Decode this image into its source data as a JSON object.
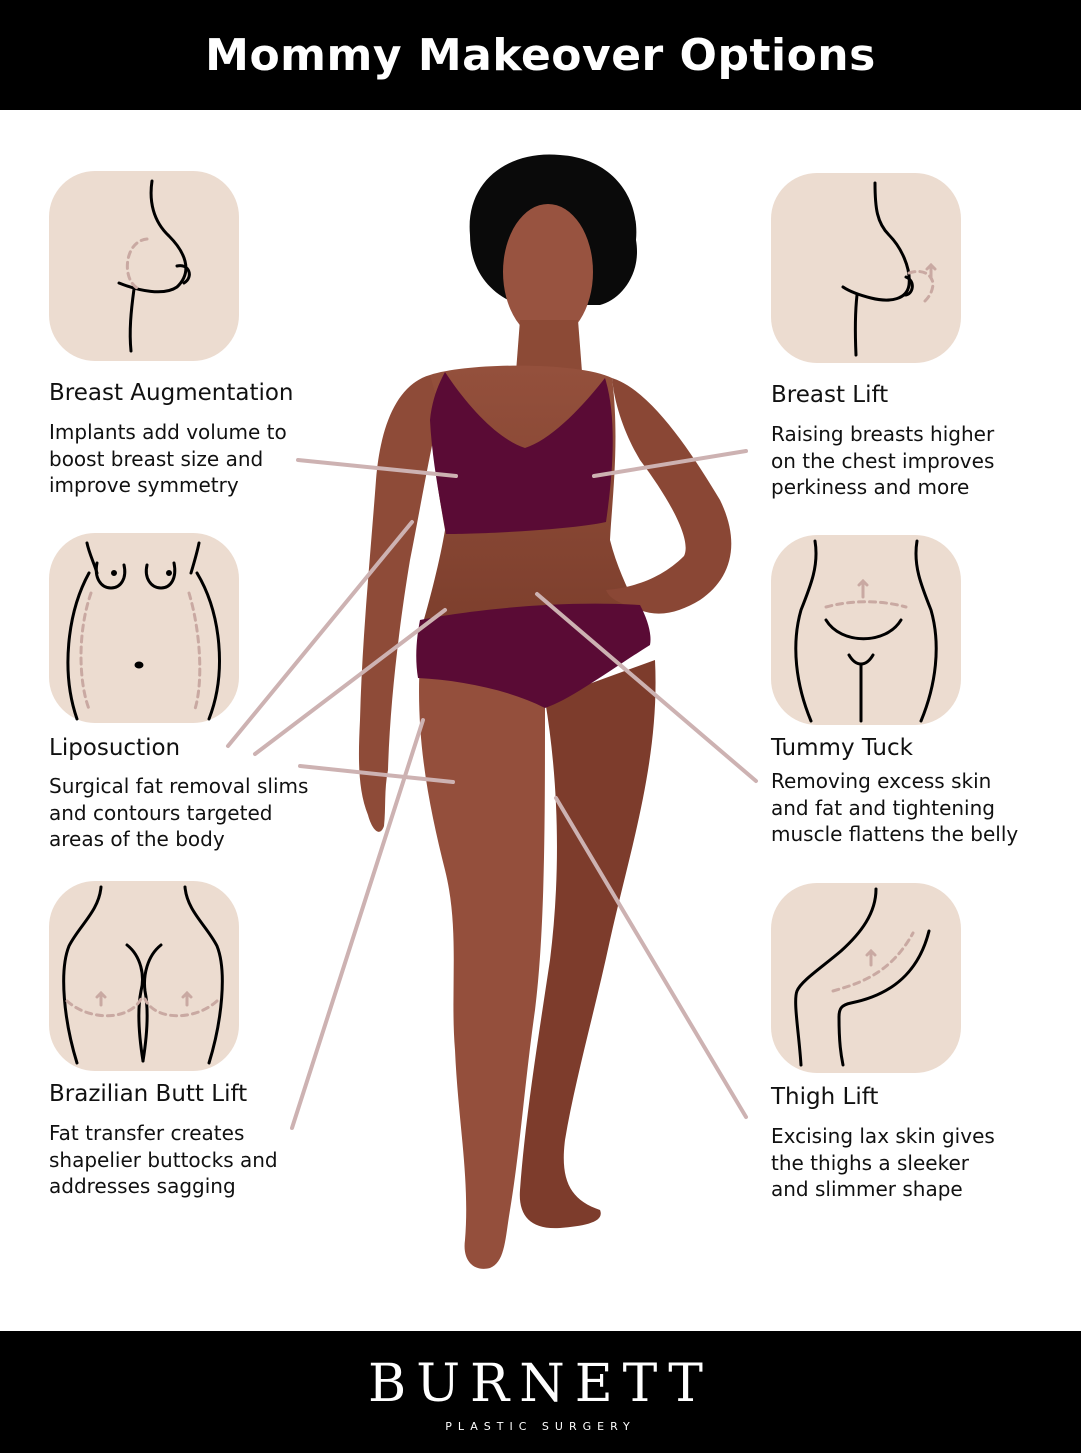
{
  "header": {
    "title": "Mommy Makeover Options"
  },
  "procedures": {
    "breast_augmentation": {
      "title": "Breast Augmentation",
      "desc": "Implants add volume to\nboost breast size and\nimprove symmetry",
      "icon": "breast-augmentation-icon"
    },
    "liposuction": {
      "title": "Liposuction",
      "desc": "Surgical fat removal slims\nand contours targeted\nareas of the body",
      "icon": "liposuction-icon"
    },
    "brazilian_butt_lift": {
      "title": "Brazilian Butt Lift",
      "desc": "Fat transfer creates\nshapelier buttocks and\naddresses sagging",
      "icon": "buttocks-icon"
    },
    "breast_lift": {
      "title": "Breast Lift",
      "desc": "Raising breasts higher\non the chest improves\nperkiness and more",
      "icon": "breast-lift-icon"
    },
    "tummy_tuck": {
      "title": "Tummy Tuck",
      "desc": "Removing excess skin\nand fat and tightening\nmuscle flattens the belly",
      "icon": "tummy-tuck-icon"
    },
    "thigh_lift": {
      "title": "Thigh Lift",
      "desc": "Excising lax skin gives\nthe thighs a sleeker\nand slimmer shape",
      "icon": "thigh-lift-icon"
    }
  },
  "footer": {
    "brand": "BURNETT",
    "subtitle": "PLASTIC SURGERY"
  },
  "colors": {
    "tile": "#ecdcd0",
    "skin": "#8a4a36",
    "garment": "#5a0b35",
    "leader_line": "#cdb2b2"
  }
}
